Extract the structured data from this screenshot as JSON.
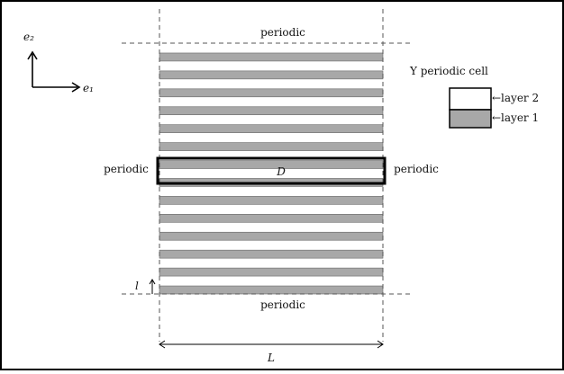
{
  "labels": {
    "e2": "e₂",
    "e1": "e₁",
    "periodic_top": "periodic",
    "periodic_bottom": "periodic",
    "periodic_left": "periodic",
    "periodic_right": "periodic",
    "domain": "D",
    "layer_thickness": "l",
    "width": "L",
    "legend_title": "Y  periodic cell",
    "layer2": "←layer 2",
    "layer1": "←layer 1"
  },
  "stripes": {
    "count": 14,
    "layer1_color": "#a8a8a8",
    "layer2_color": "#ffffff",
    "highlight_index": 7
  },
  "colors": {
    "outline": "#000000",
    "dashed": "#555555",
    "frame": "#000000"
  }
}
